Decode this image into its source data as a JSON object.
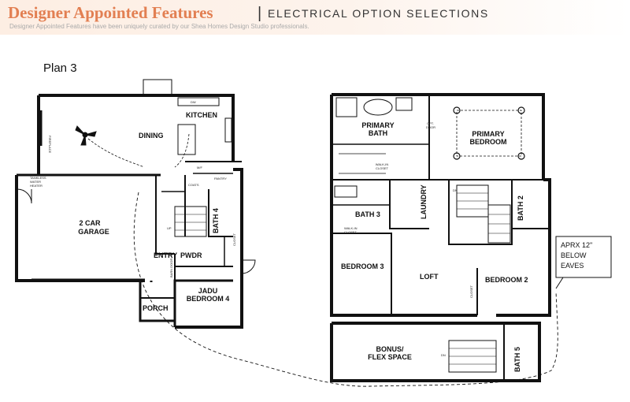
{
  "header": {
    "brand_title": "Designer Appointed Features",
    "divider": "|",
    "subtitle": "ELECTRICAL OPTION SELECTIONS",
    "tagline": "Designer Appointed Features have been uniquely curated by our Shea Homes Design Studio professionals."
  },
  "plan_label": "Plan 3",
  "first_floor": {
    "kitchen": "KITCHEN",
    "dining": "DINING",
    "garage_line1": "2 CAR",
    "garage_line2": "GARAGE",
    "tankless_line1": "TANKLESS",
    "tankless_line2": "WATER",
    "tankless_line3": "HEATER",
    "fireplace": "FIREPLACE",
    "dw": "DW",
    "pantry": "PANTRY",
    "coats": "COATS",
    "mf": "M/F",
    "bath4": "BATH 4",
    "up": "UP",
    "entry": "ENTRY",
    "pwdr": "PWDR",
    "barn_door": "BARN DOOR",
    "closet": "CLOSET",
    "jadu_line1": "JADU",
    "jadu_line2": "BEDROOM 4",
    "porch": "PORCH"
  },
  "second_floor": {
    "primary_bath_line1": "PRIMARY",
    "primary_bath_line2": "BATH",
    "primary_bedroom_line1": "PRIMARY",
    "primary_bedroom_line2": "BEDROOM",
    "opt_door_line1": "OPT.",
    "opt_door_line2": "DOOR",
    "walkin_line1": "WALK-IN",
    "walkin_line2": "CLOSET",
    "laundry": "LAUNDRY",
    "bath3": "BATH 3",
    "walkin2_line1": "WALK-IN",
    "walkin2_line2": "CLOSET",
    "dn": "DN",
    "bath2": "BATH 2",
    "bedroom3": "BEDROOM 3",
    "loft": "LOFT",
    "closet": "CLOSET",
    "bedroom2": "BEDROOM 2",
    "bonus_line1": "BONUS/",
    "bonus_line2": "FLEX SPACE",
    "bath5": "BATH 5",
    "dn2": "DN"
  },
  "callout": {
    "line1": "APRX 12\"",
    "line2": "BELOW",
    "line3": "EAVES"
  }
}
